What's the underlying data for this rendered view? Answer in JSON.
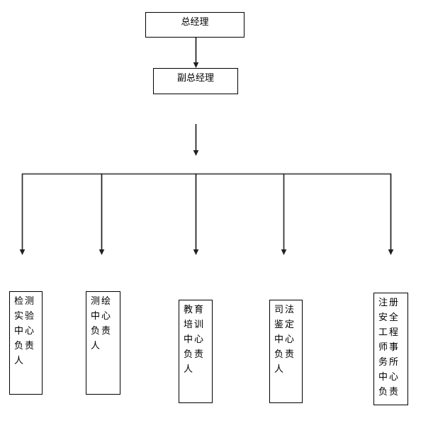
{
  "org": {
    "root": {
      "label": "总经理"
    },
    "deputy": {
      "label": "副总经理"
    },
    "branches": [
      {
        "label": "检测实验中心负责人",
        "lines": [
          "检测",
          "实验",
          "中心",
          "负责",
          "人"
        ]
      },
      {
        "label": "测绘中心负责人",
        "lines": [
          "测绘",
          "中心",
          "负责",
          "人"
        ]
      },
      {
        "label": "教育培训中心负责人",
        "lines": [
          "教育",
          "培训",
          "中心",
          "负责",
          "人"
        ]
      },
      {
        "label": "司法鉴定中心负责人",
        "lines": [
          "司法",
          "鉴定",
          "中心",
          "负责",
          "人"
        ]
      },
      {
        "label": "注册安全工程师事务所中心负责",
        "lines": [
          "注册",
          "安全",
          "工程",
          "师事",
          "务所",
          "中心",
          "负责"
        ]
      }
    ],
    "colors": {
      "background": "#ffffff",
      "box_border": "#000000",
      "text": "#000000",
      "vertical_line": "#1f1f1f",
      "bus_line": "#5a5a5a"
    }
  }
}
